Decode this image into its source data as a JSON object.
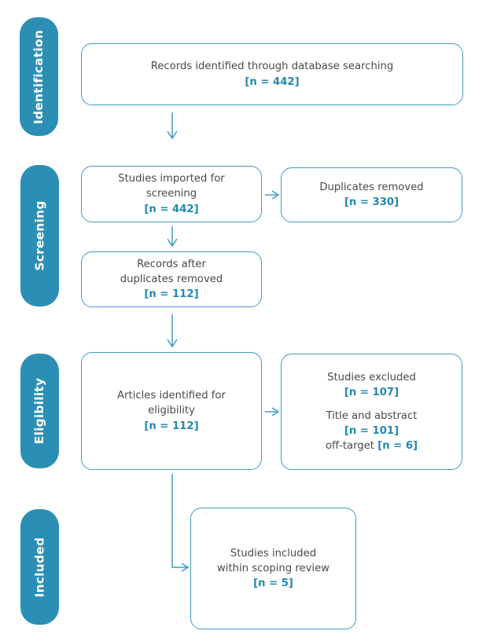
{
  "figure": {
    "type": "prisma-flow-diagram",
    "colors": {
      "pill_fill": "#2b8fb5",
      "pill_text": "#ffffff",
      "box_border": "#3d9ec2",
      "box_fill": "#ffffff",
      "body_text": "#4a4a4a",
      "count_text": "#2288ae",
      "connector": "#3d9ec2",
      "background": "#ffffff"
    }
  },
  "stages": [
    {
      "id": "identification",
      "label": "Identification"
    },
    {
      "id": "screening",
      "label": "Screening"
    },
    {
      "id": "eligibility",
      "label": "Eligibility"
    },
    {
      "id": "included",
      "label": "Included"
    }
  ],
  "boxes": {
    "records_identified": {
      "line1": "Records identified through database searching",
      "count1": "[n = 442]"
    },
    "studies_imported": {
      "line1": "Studies imported for",
      "line2": "screening",
      "count1": "[n = 442]"
    },
    "duplicates_removed": {
      "line1": "Duplicates removed",
      "count1": "[n = 330]"
    },
    "records_after_duplicates": {
      "line1": "Records after",
      "line2": "duplicates removed",
      "count1": "[n = 112]"
    },
    "articles_eligibility": {
      "line1": "Articles identified for",
      "line2": "eligibility",
      "count1": "[n = 112]"
    },
    "studies_excluded": {
      "line1": "Studies excluded",
      "count1": "[n = 107]",
      "line2": "Title and abstract",
      "count2": "[n = 101]",
      "line3": "off-target ",
      "count3": "[n = 6]"
    },
    "studies_included": {
      "line1": "Studies included",
      "line2": "within scoping review",
      "count1": "[n = 5]"
    }
  },
  "connectors": [
    {
      "id": "identification-to-screening",
      "shape": "arrow-down"
    },
    {
      "id": "imported-to-duplicates",
      "shape": "arrow-right"
    },
    {
      "id": "imported-to-after-duplicates",
      "shape": "arrow-down"
    },
    {
      "id": "screening-to-eligibility",
      "shape": "arrow-down"
    },
    {
      "id": "eligibility-to-excluded",
      "shape": "arrow-right"
    },
    {
      "id": "eligibility-to-included",
      "shape": "elbow-down-right"
    }
  ]
}
